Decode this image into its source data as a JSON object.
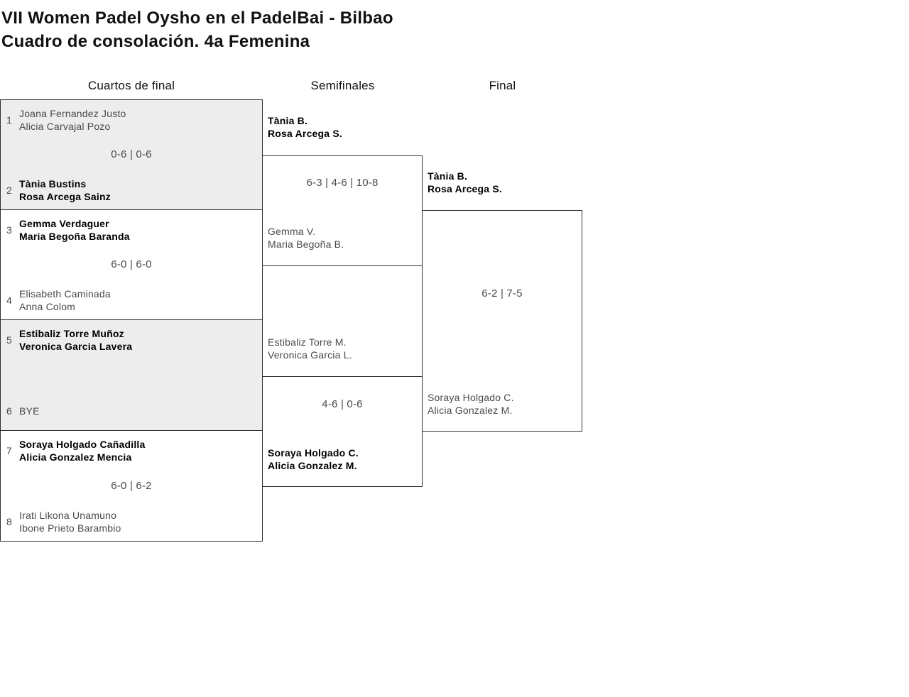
{
  "title": {
    "line1": "VII Women Padel Oysho en el PadelBai - Bilbao",
    "line2": "Cuadro de consolación. 4a Femenina"
  },
  "round_headers": {
    "quarterfinals": "Cuartos de final",
    "semifinals": "Semifinales",
    "final": "Final"
  },
  "quarterfinals": [
    {
      "shaded": true,
      "top": {
        "seed": "1",
        "players": [
          "Joana Fernandez Justo",
          "Alicia Carvajal Pozo"
        ],
        "winner": false
      },
      "score": "0-6 | 0-6",
      "bottom": {
        "seed": "2",
        "players": [
          "Tània Bustins",
          "Rosa Arcega Sainz"
        ],
        "winner": true
      }
    },
    {
      "shaded": false,
      "top": {
        "seed": "3",
        "players": [
          "Gemma Verdaguer",
          "Maria Begoña Baranda"
        ],
        "winner": true
      },
      "score": "6-0 | 6-0",
      "bottom": {
        "seed": "4",
        "players": [
          "Elisabeth Caminada",
          "Anna Colom"
        ],
        "winner": false
      }
    },
    {
      "shaded": true,
      "top": {
        "seed": "5",
        "players": [
          "Estibaliz Torre Muñoz",
          "Veronica Garcia Lavera"
        ],
        "winner": true
      },
      "score": "",
      "bottom": {
        "seed": "6",
        "players": [
          "BYE"
        ],
        "winner": false
      }
    },
    {
      "shaded": false,
      "top": {
        "seed": "7",
        "players": [
          "Soraya Holgado Cañadilla",
          "Alicia Gonzalez Mencia"
        ],
        "winner": true
      },
      "score": "6-0 | 6-2",
      "bottom": {
        "seed": "8",
        "players": [
          "Irati Likona Unamuno",
          "Ibone Prieto Barambio"
        ],
        "winner": false
      }
    }
  ],
  "semifinals": [
    {
      "top": {
        "players": [
          "Tània B.",
          "Rosa Arcega S."
        ],
        "winner": true
      },
      "score": "6-3 | 4-6 | 10-8",
      "bottom": {
        "players": [
          "Gemma V.",
          "Maria Begoña B."
        ],
        "winner": false
      }
    },
    {
      "top": {
        "players": [
          "Estibaliz Torre M.",
          "Veronica Garcia L."
        ],
        "winner": false
      },
      "score": "4-6 | 0-6",
      "bottom": {
        "players": [
          "Soraya Holgado C.",
          "Alicia Gonzalez M."
        ],
        "winner": true
      }
    }
  ],
  "final": {
    "top": {
      "players": [
        "Tània B.",
        "Rosa Arcega S."
      ],
      "winner": true
    },
    "score": "6-2 | 7-5",
    "bottom": {
      "players": [
        "Soraya Holgado C.",
        "Alicia Gonzalez M."
      ],
      "winner": false
    }
  },
  "colors": {
    "shaded_block_bg": "#ededed",
    "border": "#2f2f2f",
    "winner_text": "#000000",
    "secondary_text": "#4a4a4a"
  }
}
